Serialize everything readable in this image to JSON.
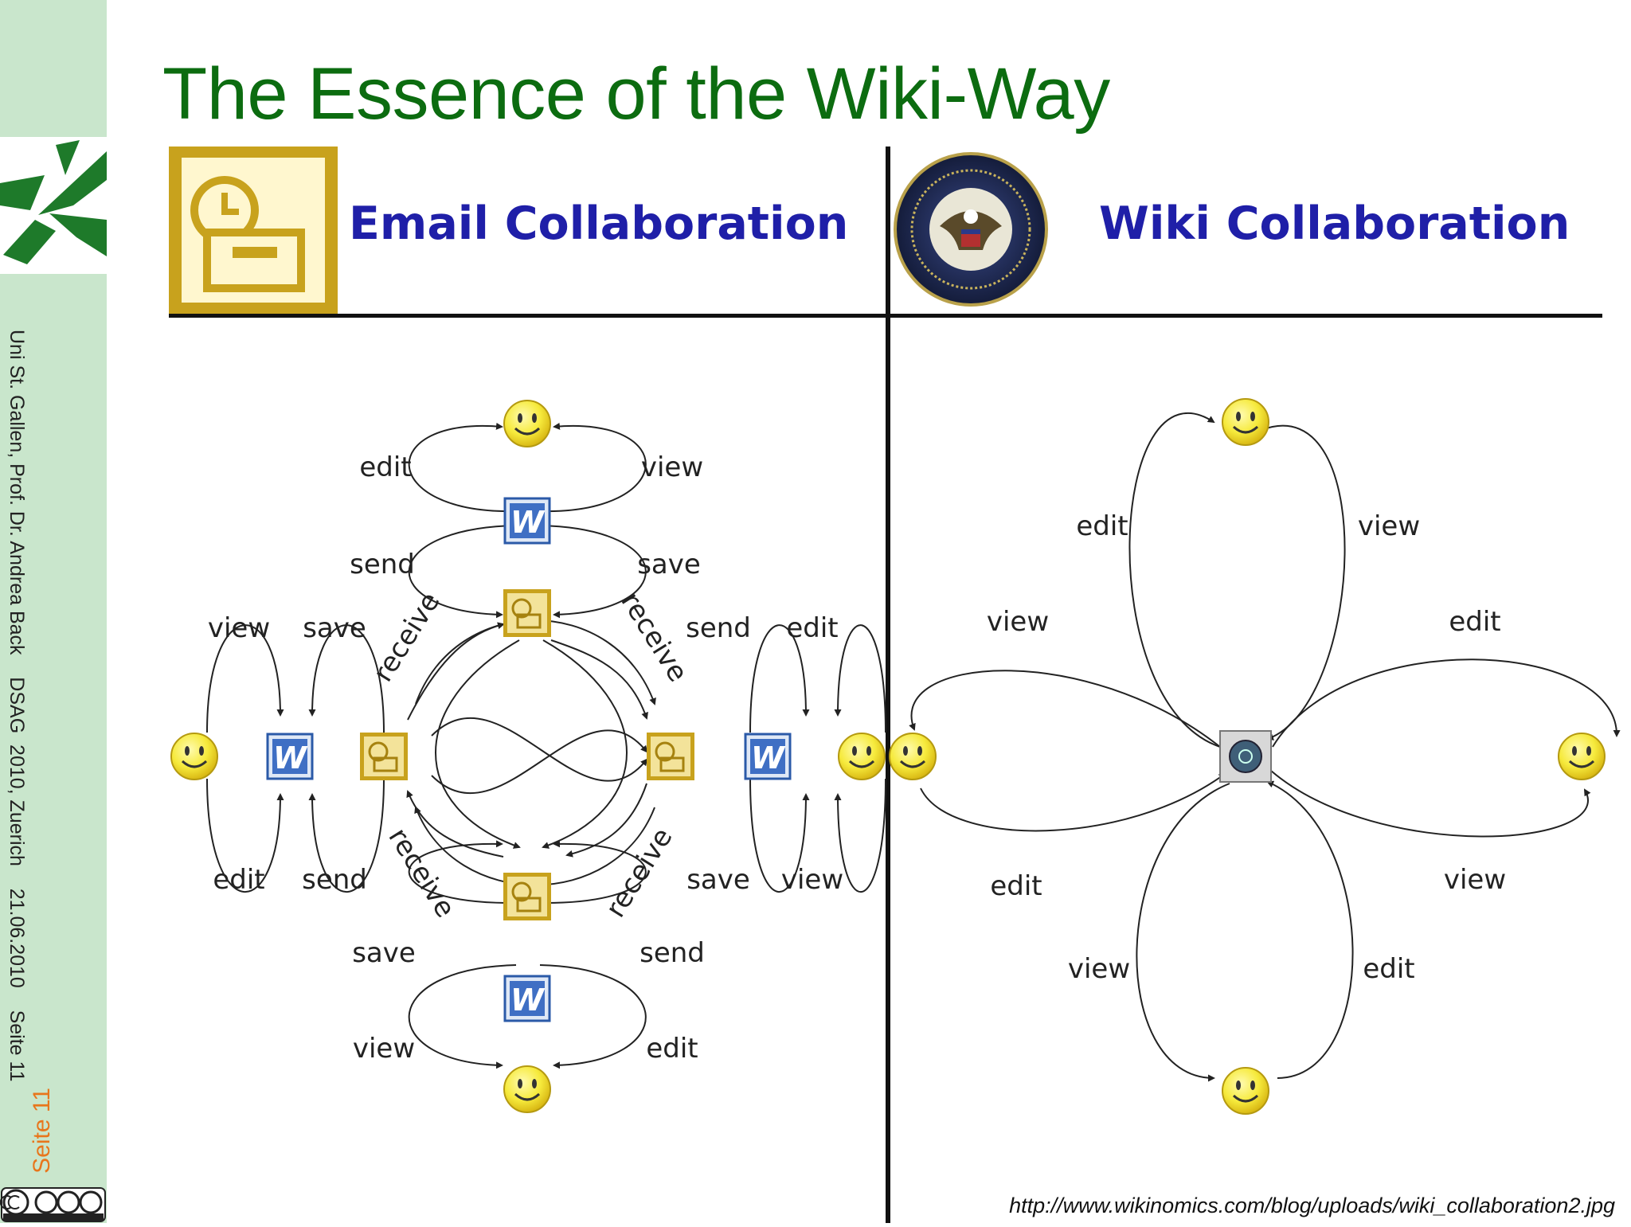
{
  "slide": {
    "title": "The Essence of the Wiki-Way",
    "footer_text": "Uni St. Gallen, Prof. Dr. Andrea Back    DSAG  2010, Zuerich    21.06.2010    Seite 11",
    "page_label": "Seite 11",
    "license_badge": "cc-by-nc-sa-icon",
    "source_url": "http://www.wikinomics.com/blog/uploads/wiki_collaboration2.jpg"
  },
  "diagram": {
    "email_header": "Email Collaboration",
    "wiki_header": "Wiki Collaboration",
    "labels": {
      "edit": "edit",
      "view": "view",
      "send": "send",
      "save": "save",
      "receive": "receive"
    },
    "colors": {
      "title_green": "#0c6c10",
      "header_blue": "#1f1fa8",
      "sidebar_green": "#c9e6cc",
      "page_orange": "#e8761c",
      "outlook_gold": "#c8a21d",
      "smiley_yellow": "#f6ea3c"
    }
  }
}
